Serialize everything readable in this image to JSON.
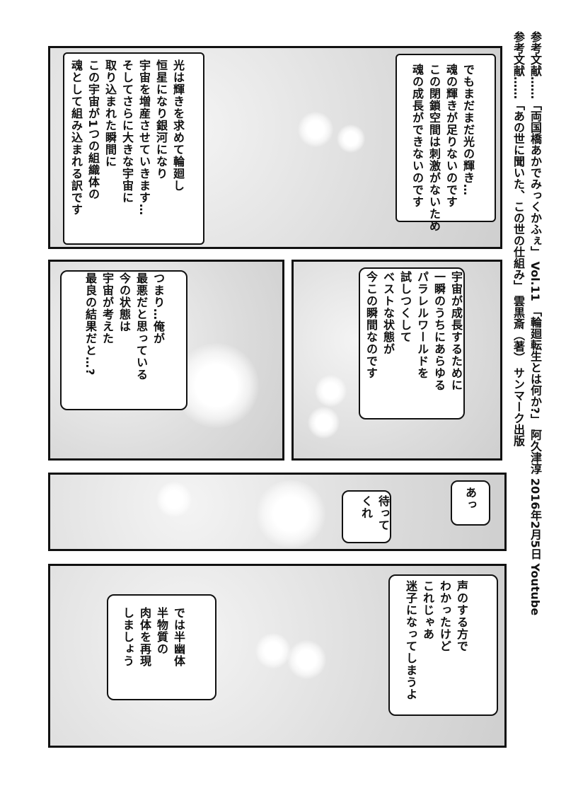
{
  "references": [
    "参考文献……「両国橋あかでみっくかふぇ」 Vol.11 「輪廻転生とは何か?」 阿久津淳 2016年2月5日 Youtube",
    "参考文献……「あの世に聞いた、この世の仕組み」 雲黒斎（著） サンマーク出版"
  ],
  "panels": {
    "p1_right": "でもまだまだ光の輝き…\n魂の輝きが足りないのです\nこの閉鎖空間は刺激がないため\n魂の成長ができないのです",
    "p1_left": "光は輝きを求めて輪廻し\n恒星になり銀河になり\n宇宙を増産させていきます…\nそしてさらに大きな宇宙に\n取り込まれた瞬間に\nこの宇宙が1つの組織体の\n魂として組み込まれる訳です",
    "p2_right": "宇宙が成長するために\n一瞬のうちにあらゆる\nパラレルワールドを\n試しつくして\nベストな状態が\n今この瞬間なのです",
    "p2_left": "つまり…俺が\n最悪だと思っている\n今の状態は\n宇宙が考えた\n最良の結果だと…?",
    "p3_a": "あっ",
    "p3_b": "待って\nくれ",
    "p4_right": "声のする方で\nわかったけど\nこれじゃあ\n迷子になってしまうよ",
    "p4_left": "では半幽体\n半物質の\n肉体を再現\nしましょう"
  }
}
